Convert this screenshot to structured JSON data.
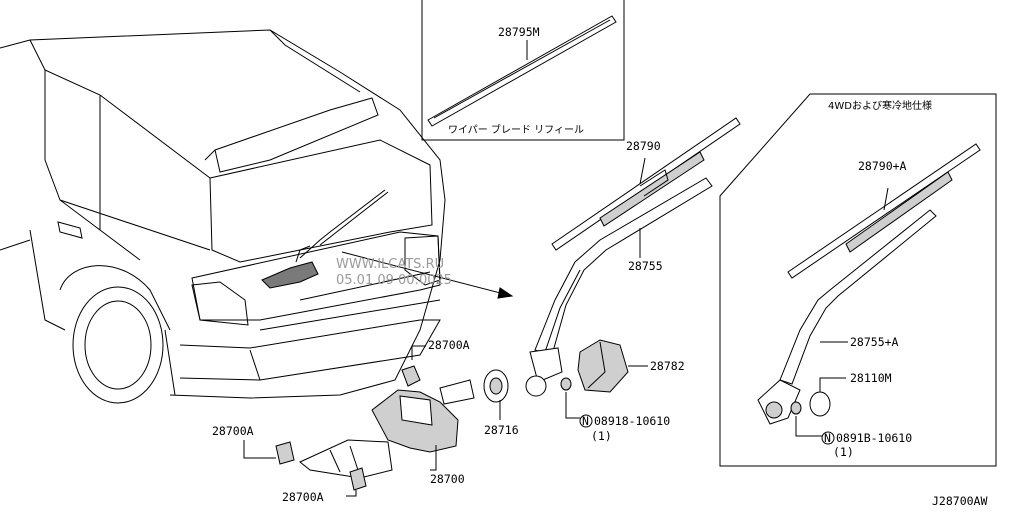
{
  "diagram_code": "J28700AW",
  "watermark": {
    "line1": "WWW.ILCATS.RU",
    "line2": "05.01 09 00:0025"
  },
  "callouts": {
    "p28795M": "28795M",
    "refill_caption": "ワイパー ブレード リフィール",
    "p28790": "28790",
    "p28755": "28755",
    "p28782": "28782",
    "p28716": "28716",
    "p28700": "28700",
    "p28700A_top": "28700A",
    "p28700A_left": "28700A",
    "p28700A_bottom": "28700A",
    "nut_main": "08918-10610",
    "nut_main_qty": "(1)",
    "nut_main_symbol": "N"
  },
  "inset": {
    "title": "4WDおよび寒冷地仕様",
    "p28790A": "28790+A",
    "p28755A": "28755+A",
    "p28110M": "28110M",
    "nut": "0891B-10610",
    "nut_qty": "(1)",
    "nut_symbol": "N"
  }
}
